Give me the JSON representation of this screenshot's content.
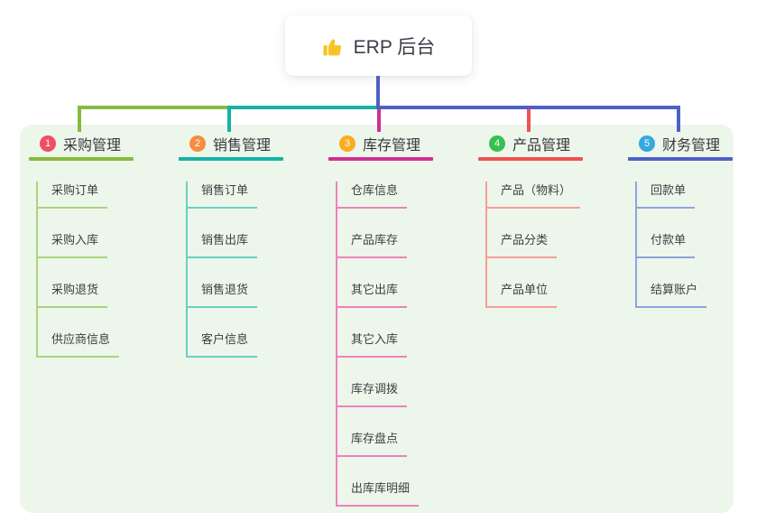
{
  "root": {
    "icon": "thumbs-up",
    "title": "ERP 后台",
    "connector_color": "#4d61c5"
  },
  "canvas": {
    "panel_bg": "#edf6ea",
    "page_bg": "#ffffff"
  },
  "branches": [
    {
      "num": "1",
      "title": "采购管理",
      "badge_color": "#ef4f62",
      "line_color": "#85bb40",
      "child_line_color": "#a9d47f",
      "children": [
        "采购订单",
        "采购入库",
        "采购退货",
        "供应商信息"
      ]
    },
    {
      "num": "2",
      "title": "销售管理",
      "badge_color": "#f88c3d",
      "line_color": "#16b2a4",
      "child_line_color": "#66d2c5",
      "children": [
        "销售订单",
        "销售出库",
        "销售退货",
        "客户信息"
      ]
    },
    {
      "num": "3",
      "title": "库存管理",
      "badge_color": "#fbab1e",
      "line_color": "#ce3093",
      "child_line_color": "#ee82ba",
      "children": [
        "仓库信息",
        "产品库存",
        "其它出库",
        "其它入库",
        "库存调拨",
        "库存盘点",
        "出库库明细"
      ]
    },
    {
      "num": "4",
      "title": "产品管理",
      "badge_color": "#36c14e",
      "line_color": "#ef5251",
      "child_line_color": "#f89d98",
      "children": [
        "产品（物料）",
        "产品分类",
        "产品单位"
      ]
    },
    {
      "num": "5",
      "title": "财务管理",
      "badge_color": "#36a8df",
      "line_color": "#4d61c5",
      "child_line_color": "#90a2e0",
      "children": [
        "回款单",
        "付款单",
        "结算账户"
      ]
    }
  ]
}
